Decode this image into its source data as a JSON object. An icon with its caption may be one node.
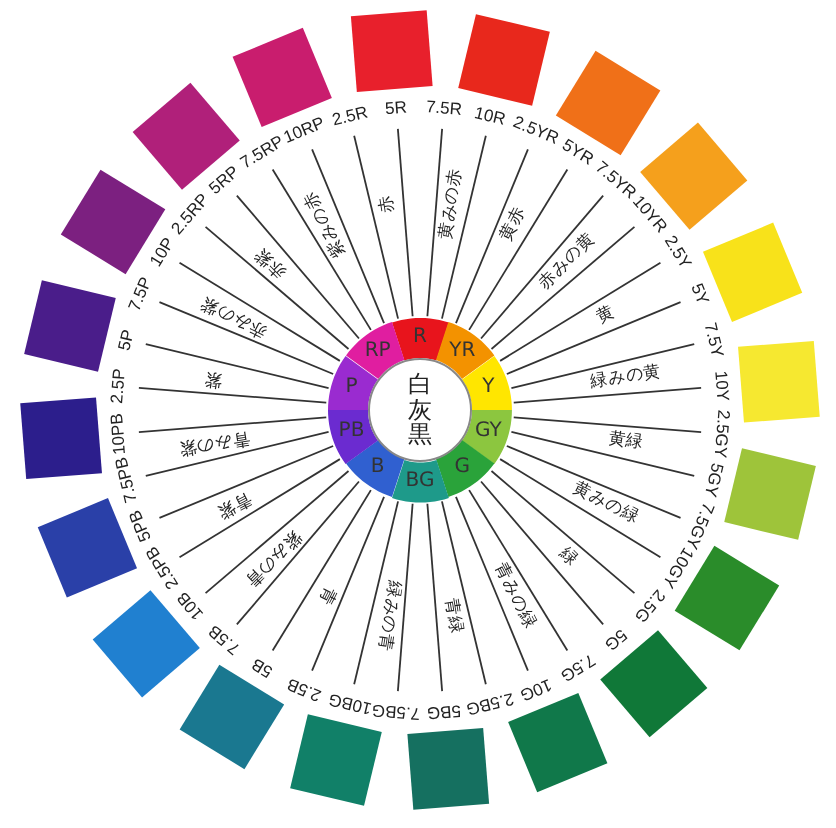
{
  "diagram": {
    "nodes": [
      {
        "text": [
          "白灰黒"
        ]
      },
      {
        "text": [
          "R"
        ]
      },
      {
        "text": [
          "YR"
        ]
      },
      {
        "text": [
          "Y"
        ]
      },
      {
        "text": [
          "GY"
        ]
      },
      {
        "text": [
          "G"
        ]
      },
      {
        "text": [
          "BG"
        ]
      },
      {
        "text": [
          "B"
        ]
      },
      {
        "text": [
          "PB"
        ]
      },
      {
        "text": [
          "P"
        ]
      },
      {
        "text": [
          "RP"
        ]
      },
      {
        "text": [
          "5R"
        ]
      },
      {
        "text": [
          "7.5R"
        ]
      },
      {
        "text": [
          "10R"
        ]
      },
      {
        "text": [
          "2.5YR"
        ]
      },
      {
        "text": [
          "5YR"
        ]
      },
      {
        "text": [
          "7.5YR"
        ]
      },
      {
        "text": [
          "10YR"
        ]
      },
      {
        "text": [
          "2.5Y"
        ]
      },
      {
        "text": [
          "5Y"
        ]
      },
      {
        "text": [
          "7.5Y"
        ]
      },
      {
        "text": [
          "10Y"
        ]
      },
      {
        "text": [
          "2.5GY"
        ]
      },
      {
        "text": [
          "5GY"
        ]
      },
      {
        "text": [
          "7.5GY"
        ]
      },
      {
        "text": [
          "10GY"
        ]
      },
      {
        "text": [
          "2.5G"
        ]
      },
      {
        "text": [
          "5G"
        ]
      },
      {
        "text": [
          "7.5G"
        ]
      },
      {
        "text": [
          "10G"
        ]
      },
      {
        "text": [
          "2.5BG"
        ]
      },
      {
        "text": [
          "5BG"
        ]
      },
      {
        "text": [
          "7.5BG"
        ]
      },
      {
        "text": [
          "10BG"
        ]
      },
      {
        "text": [
          "2.5B"
        ]
      },
      {
        "text": [
          "5B"
        ]
      },
      {
        "text": [
          "7.5B"
        ]
      },
      {
        "text": [
          "10B"
        ]
      },
      {
        "text": [
          "2.5PB"
        ]
      },
      {
        "text": [
          "5PB"
        ]
      },
      {
        "text": [
          "7.5PB"
        ]
      },
      {
        "text": [
          "10PB"
        ]
      },
      {
        "text": [
          "2.5P"
        ]
      },
      {
        "text": [
          "5P"
        ]
      },
      {
        "text": [
          "7.5P"
        ]
      },
      {
        "text": [
          "10P"
        ]
      },
      {
        "text": [
          "2.5RP"
        ]
      },
      {
        "text": [
          "5RP"
        ]
      },
      {
        "text": [
          "7.5RP"
        ]
      },
      {
        "text": [
          "10RP"
        ]
      },
      {
        "text": [
          "2.5R"
        ]
      }
    ],
    "edges": [
      {
        "from": 1,
        "to": 11,
        "arrow": "none"
      },
      {
        "from": 1,
        "to": 12,
        "arrow": "none"
      },
      {
        "from": 1,
        "to": 13,
        "arrow": "none"
      },
      {
        "from": 2,
        "to": 14,
        "arrow": "none"
      },
      {
        "from": 2,
        "to": 15,
        "arrow": "none"
      },
      {
        "from": 2,
        "to": 16,
        "arrow": "none"
      },
      {
        "from": 2,
        "to": 17,
        "arrow": "none"
      },
      {
        "from": 3,
        "to": 18,
        "arrow": "none"
      },
      {
        "from": 3,
        "to": 19,
        "arrow": "none"
      },
      {
        "from": 3,
        "to": 20,
        "arrow": "none"
      },
      {
        "from": 3,
        "to": 21,
        "arrow": "none"
      },
      {
        "from": 4,
        "to": 22,
        "arrow": "none"
      },
      {
        "from": 4,
        "to": 23,
        "arrow": "none"
      },
      {
        "from": 4,
        "to": 24,
        "arrow": "none"
      },
      {
        "from": 4,
        "to": 25,
        "arrow": "none"
      },
      {
        "from": 5,
        "to": 26,
        "arrow": "none"
      },
      {
        "from": 5,
        "to": 27,
        "arrow": "none"
      },
      {
        "from": 5,
        "to": 28,
        "arrow": "none"
      },
      {
        "from": 5,
        "to": 29,
        "arrow": "none"
      },
      {
        "from": 6,
        "to": 30,
        "arrow": "none"
      },
      {
        "from": 6,
        "to": 31,
        "arrow": "none"
      },
      {
        "from": 6,
        "to": 32,
        "arrow": "none"
      },
      {
        "from": 6,
        "to": 33,
        "arrow": "none"
      },
      {
        "from": 7,
        "to": 34,
        "arrow": "none"
      },
      {
        "from": 7,
        "to": 35,
        "arrow": "none"
      },
      {
        "from": 7,
        "to": 36,
        "arrow": "none"
      },
      {
        "from": 7,
        "to": 37,
        "arrow": "none"
      },
      {
        "from": 8,
        "to": 38,
        "arrow": "none"
      },
      {
        "from": 8,
        "to": 39,
        "arrow": "none"
      },
      {
        "from": 8,
        "to": 40,
        "arrow": "none"
      },
      {
        "from": 8,
        "to": 41,
        "arrow": "none"
      },
      {
        "from": 9,
        "to": 42,
        "arrow": "none"
      },
      {
        "from": 9,
        "to": 43,
        "arrow": "none"
      },
      {
        "from": 9,
        "to": 44,
        "arrow": "none"
      },
      {
        "from": 9,
        "to": 45,
        "arrow": "none"
      },
      {
        "from": 10,
        "to": 46,
        "arrow": "none"
      },
      {
        "from": 10,
        "to": 47,
        "arrow": "none"
      },
      {
        "from": 10,
        "to": 48,
        "arrow": "none"
      },
      {
        "from": 10,
        "to": 49,
        "arrow": "none"
      },
      {
        "from": 1,
        "to": 50,
        "arrow": "none"
      }
    ],
    "labels": [
      "赤",
      "黄みの赤",
      "黄赤",
      "赤みの黄",
      "黄",
      "緑みの黄",
      "黄緑",
      "黄みの緑",
      "緑",
      "青みの緑",
      "青緑",
      "緑みの青",
      "青",
      "紫みの青",
      "青紫",
      "青みの紫",
      "紫",
      "赤みの紫",
      "赤紫",
      "紫みの赤"
    ]
  }
}
